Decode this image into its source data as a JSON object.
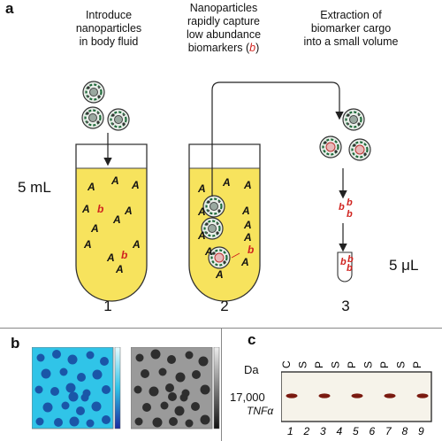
{
  "panel_a": {
    "letter": "a",
    "captions": [
      {
        "line1": "Introduce",
        "line2": "nanoparticles",
        "line3": "in body fluid"
      },
      {
        "line1": "Nanoparticles",
        "line2": "rapidly capture",
        "line3": "low abundance",
        "line4_pre": "biomarkers (",
        "line4_b": "b",
        "line4_post": ")"
      },
      {
        "line1": "Extraction of",
        "line2": "biomarker cargo",
        "line3": "into a small volume"
      }
    ],
    "volume_left": "5 mL",
    "volume_right": "5 μL",
    "step_numbers": [
      "1",
      "2",
      "3"
    ],
    "marker_A": "A",
    "marker_b": "b",
    "colors": {
      "fluid": "#f7e35d",
      "biomarker": "#d0231f",
      "arrow": "#222222"
    }
  },
  "panel_b": {
    "letter": "b"
  },
  "panel_c": {
    "letter": "c",
    "da_label": "Da",
    "lanes_top": [
      "C",
      "S",
      "P",
      "S",
      "P",
      "S",
      "P",
      "S",
      "P"
    ],
    "lanes_bottom": [
      "1",
      "2",
      "3",
      "4",
      "5",
      "6",
      "7",
      "8",
      "9"
    ],
    "mw_label": "17,000",
    "protein_label": "TNFα"
  }
}
